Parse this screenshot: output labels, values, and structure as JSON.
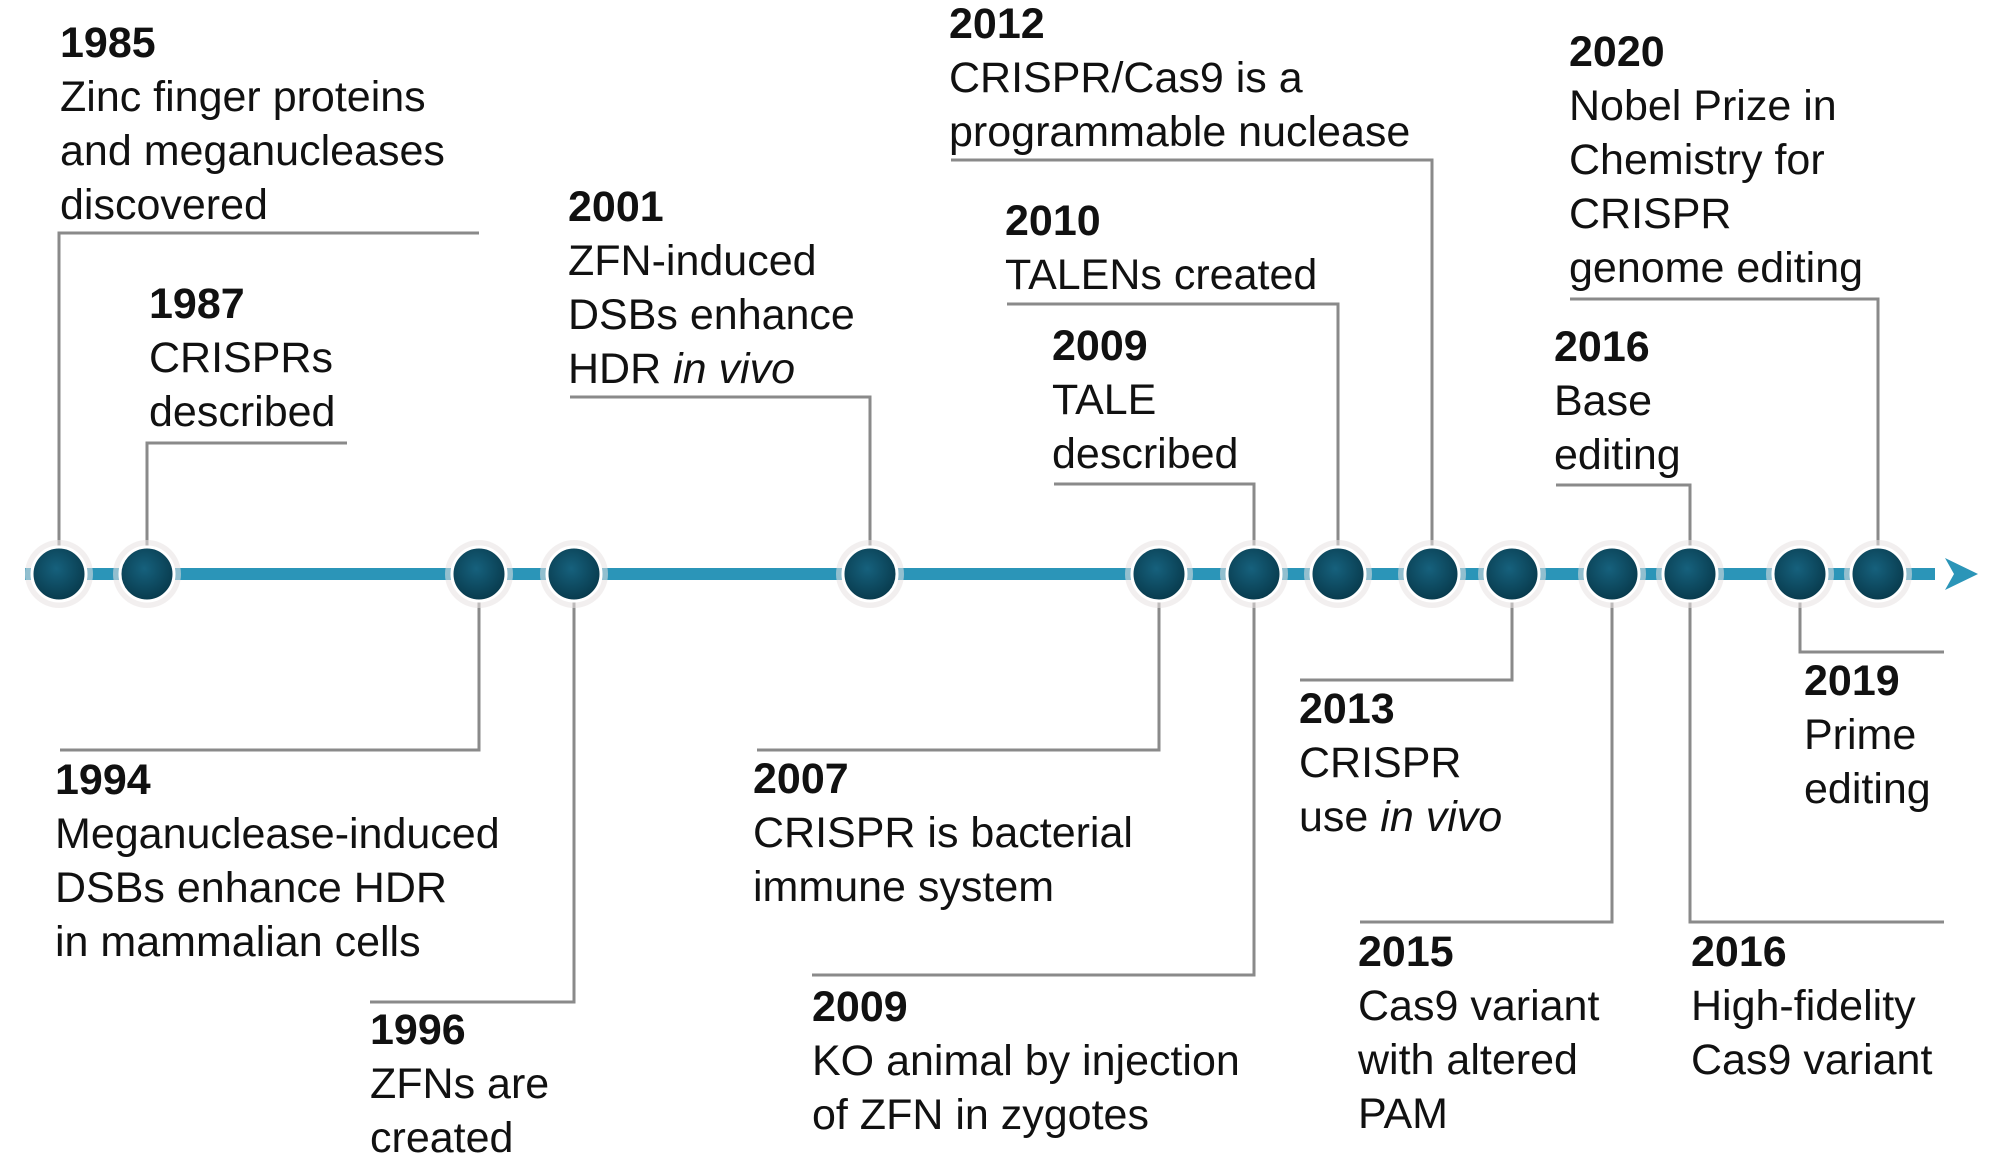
{
  "colors": {
    "axis": "#2b95b8",
    "node_fill": "#0c4a60",
    "node_stroke": "#e8e2e2",
    "connector": "#8a8a8a",
    "text": "#111111"
  },
  "events": [
    {
      "id": "e1985",
      "year": "1985",
      "lines": [
        "Zinc finger proteins",
        "and meganucleases",
        "discovered"
      ]
    },
    {
      "id": "e1987",
      "year": "1987",
      "lines": [
        "CRISPRs",
        "described"
      ]
    },
    {
      "id": "e1994",
      "year": "1994",
      "lines": [
        "Meganuclease-induced",
        "DSBs enhance HDR",
        "in mammalian cells"
      ]
    },
    {
      "id": "e1996",
      "year": "1996",
      "lines": [
        "ZFNs are",
        "created"
      ]
    },
    {
      "id": "e2001",
      "year": "2001",
      "lines": [
        "ZFN-induced",
        "DSBs enhance"
      ],
      "line3_pre": "HDR ",
      "line3_em": "in vivo"
    },
    {
      "id": "e2007",
      "year": "2007",
      "lines": [
        "CRISPR is bacterial",
        "immune system"
      ]
    },
    {
      "id": "e2009a",
      "year": "2009",
      "lines": [
        "TALE",
        "described"
      ]
    },
    {
      "id": "e2009b",
      "year": "2009",
      "lines": [
        "KO animal by injection",
        "of ZFN in zygotes"
      ]
    },
    {
      "id": "e2010",
      "year": "2010",
      "lines": [
        "TALENs created"
      ]
    },
    {
      "id": "e2012",
      "year": "2012",
      "lines": [
        "CRISPR/Cas9 is a",
        "programmable nuclease"
      ]
    },
    {
      "id": "e2013",
      "year": "2013",
      "lines": [
        "CRISPR"
      ],
      "line3_pre": "use ",
      "line3_em": "in vivo"
    },
    {
      "id": "e2015",
      "year": "2015",
      "lines": [
        "Cas9 variant",
        "with altered",
        "PAM"
      ]
    },
    {
      "id": "e2016a",
      "year": "2016",
      "lines": [
        "Base",
        "editing"
      ]
    },
    {
      "id": "e2016b",
      "year": "2016",
      "lines": [
        "High-fidelity",
        "Cas9 variant"
      ]
    },
    {
      "id": "e2019",
      "year": "2019",
      "lines": [
        "Prime",
        "editing"
      ]
    },
    {
      "id": "e2020",
      "year": "2020",
      "lines": [
        "Nobel Prize in",
        "Chemistry for",
        "CRISPR",
        "genome editing"
      ]
    }
  ]
}
